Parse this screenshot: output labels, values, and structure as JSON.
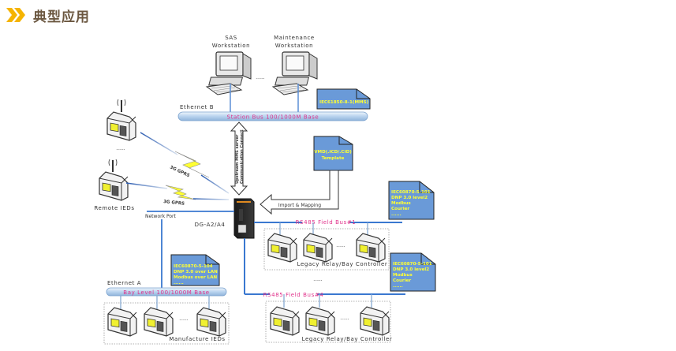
{
  "header": {
    "title": "典型应用",
    "icon": "double-chevron-right-icon",
    "accent_color": "#f5b400"
  },
  "diagram": {
    "workstations": [
      {
        "line1": "SAS",
        "line2": "Workstation"
      },
      {
        "line1": "Maintenance",
        "line2": "Workstation"
      }
    ],
    "ellipsis": "......",
    "ethernet_b": {
      "label": "Ethernet B",
      "bus_label": "Station Bus 100/1000M Base"
    },
    "ethernet_a": {
      "label": "Ethernet A",
      "bus_label": "Bay Level 100/1000M Base"
    },
    "notes": {
      "mms": [
        "IEC61850-8-1(MMS)"
      ],
      "template": [
        "VMD(.ICD/.CID)",
        "Template"
      ],
      "lan": [
        "IEC60870-5-104",
        "DNP 3.0 over LAN",
        "Modbus over LAN",
        "......"
      ],
      "field1": [
        "IEC60870-5-101",
        "DNP 3.0 level2",
        "Modbus",
        "Courier",
        "......"
      ],
      "field4": [
        "IEC60870-5-101",
        "DNP 3.0 level2",
        "Modbus",
        "Courier",
        "......"
      ]
    },
    "upstream_arrow": [
      "Upstream MMS server",
      "Communication Connect"
    ],
    "import_label": "Import & Mapping",
    "gateway_label": "DG-A2/A4",
    "network_port_label": "Network Port",
    "remote_ieds_label": "Remote IEDs",
    "gprs_labels": [
      "3G GPRS",
      "3G GPRS"
    ],
    "fieldbus1_label": "RS485 Field Bus#1",
    "fieldbus4_label": "RS485 Field Bus#4",
    "legacy_label_1": "Legacy Relay/Bay Controller",
    "legacy_label_2": "Legacy Relay/Bay Controller",
    "manufacture_label": "Manufacture IEDs",
    "colors": {
      "bus_line": "#3a78d0",
      "note_fill": "#6a9ad8",
      "note_text": "#ffff33",
      "pink_text": "#e0308a",
      "bolt_fill": "#ffff33"
    }
  }
}
